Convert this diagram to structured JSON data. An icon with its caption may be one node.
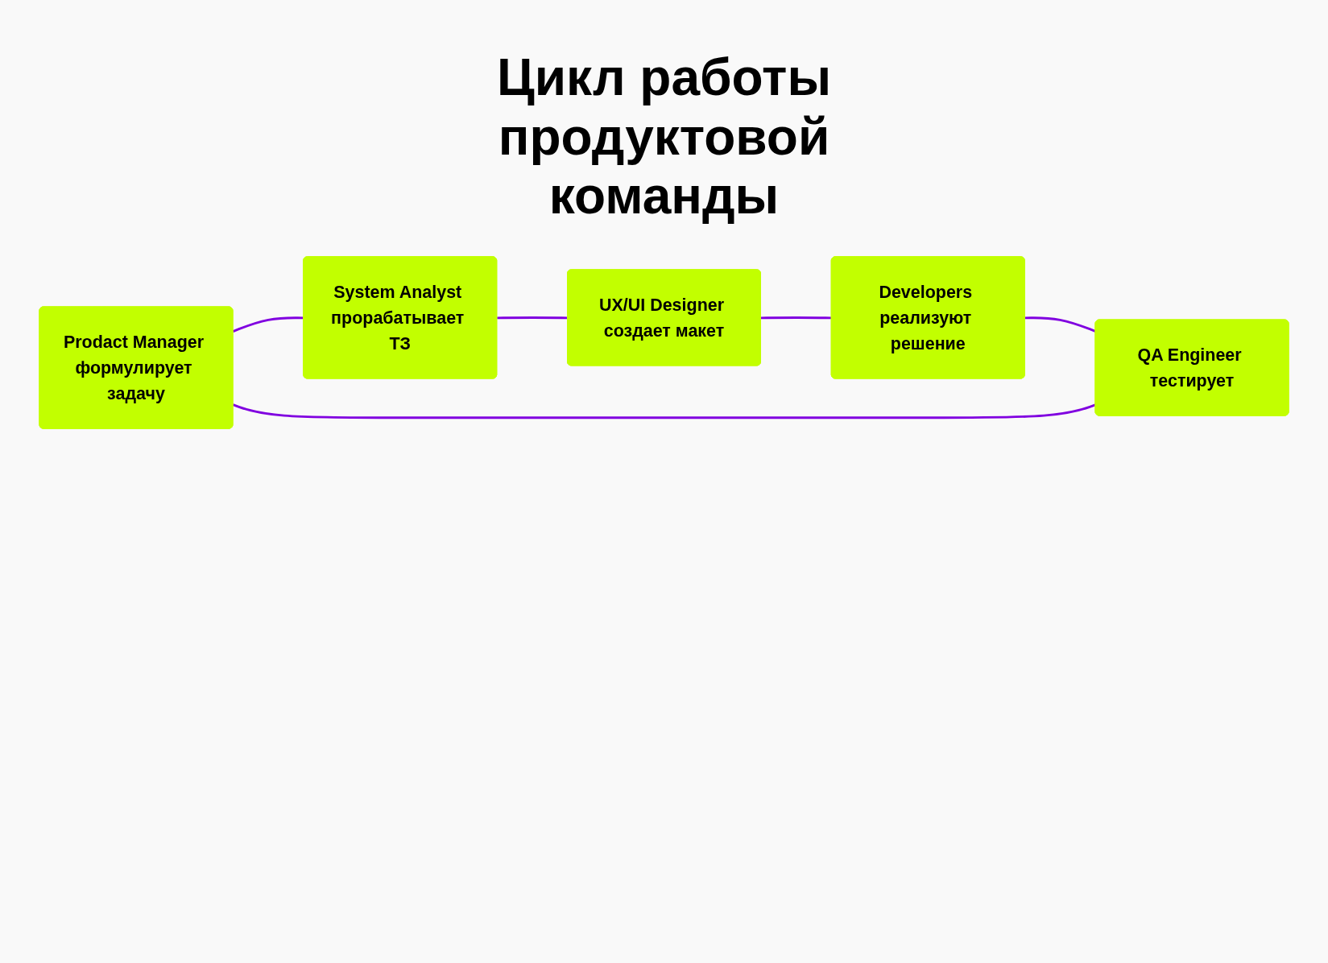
{
  "diagram": {
    "title": "Цикл работы продуктовой команды",
    "nodes": [
      {
        "text": [
          "Prodact Manager формулирует задачу"
        ]
      },
      {
        "text": [
          "System Analyst прорабатывает ТЗ"
        ]
      },
      {
        "text": [
          "UX/UI Designer создает макет"
        ]
      },
      {
        "text": [
          "Developers реализуют решение"
        ]
      },
      {
        "text": [
          "QA Engineer тестирует"
        ]
      }
    ],
    "edges": [
      {
        "from": 0,
        "to": 1,
        "arrow": "none"
      },
      {
        "from": 1,
        "to": 2,
        "arrow": "none"
      },
      {
        "from": 2,
        "to": 3,
        "arrow": "none"
      },
      {
        "from": 3,
        "to": 4,
        "arrow": "none"
      },
      {
        "from": 4,
        "to": 0,
        "arrow": "none"
      }
    ]
  }
}
